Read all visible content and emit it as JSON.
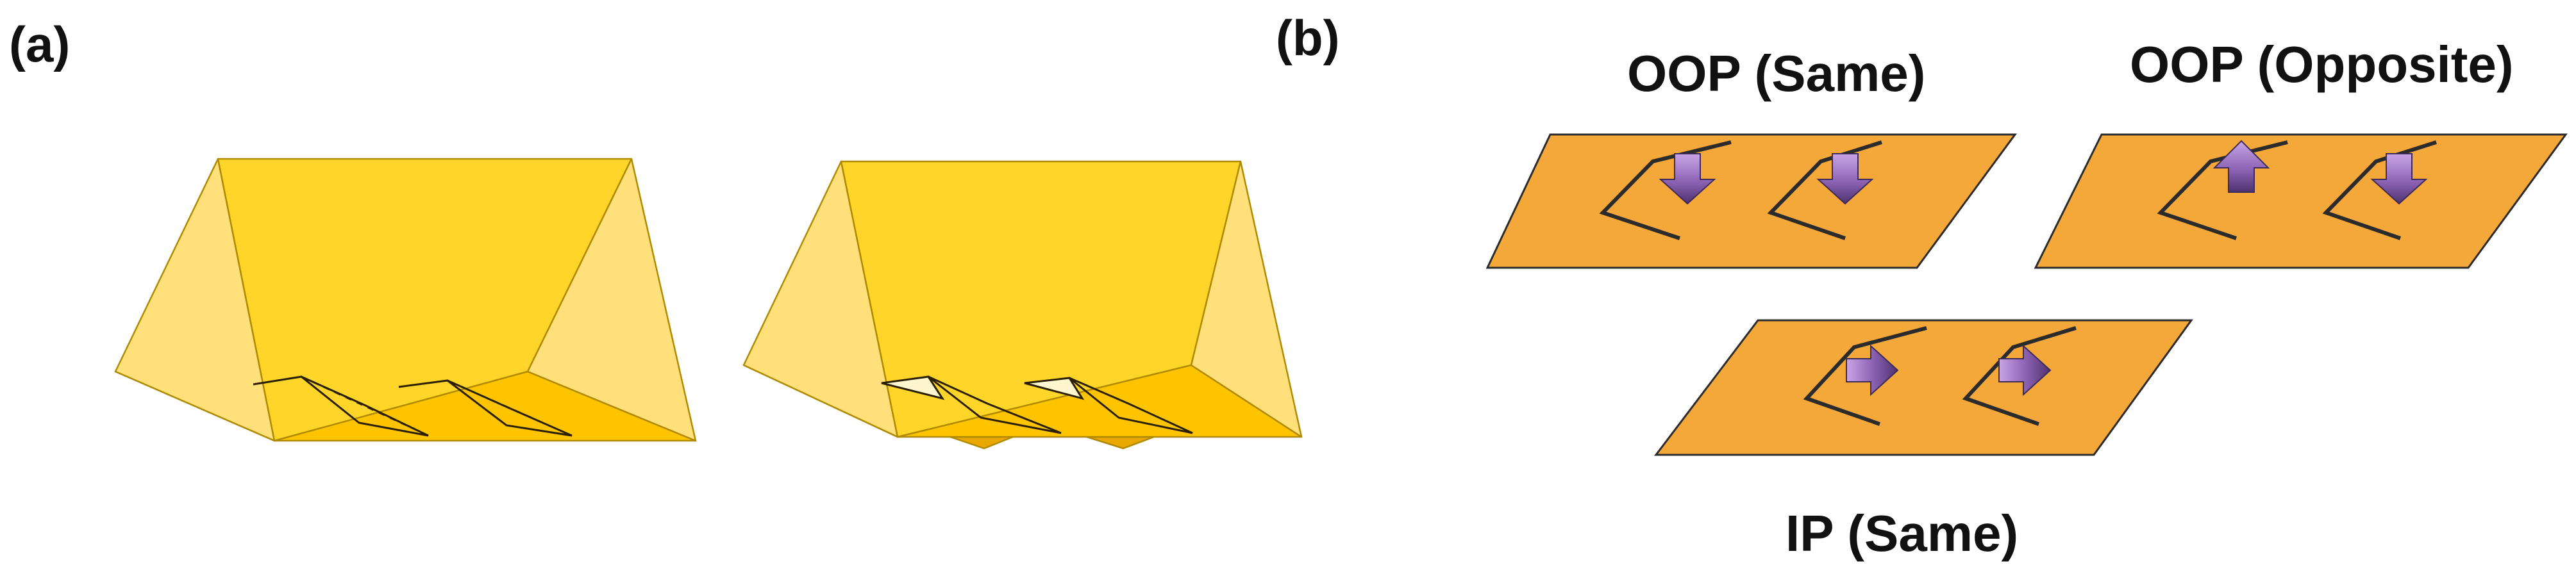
{
  "panels": {
    "a": {
      "label": "(a)"
    },
    "b": {
      "label": "(b)",
      "cases": [
        {
          "title": "OOP (Same)",
          "arrows": [
            "down",
            "down"
          ]
        },
        {
          "title": "OOP (Opposite)",
          "arrows": [
            "up",
            "down"
          ]
        },
        {
          "title": "IP (Same)",
          "arrows": [
            "right",
            "right"
          ]
        }
      ]
    }
  },
  "colors": {
    "prism_face": "#FFD52A",
    "prism_side": "#FFE07A",
    "prism_base": "#FFC400",
    "plate": "#F5A83A",
    "arrow_light": "#C9A6E6",
    "arrow_dark": "#5A3A7A"
  }
}
